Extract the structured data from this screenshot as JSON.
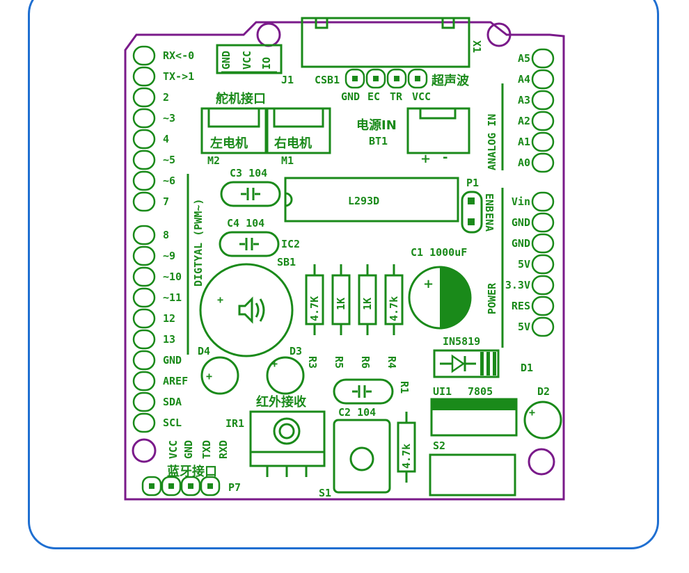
{
  "colors": {
    "frame": "#1f6fd1",
    "board": "#7a1a8a",
    "silk": "#1a8a1a"
  },
  "left_header": {
    "top": [
      "RX<-0",
      "TX->1",
      "2",
      "~3",
      "4",
      "~5",
      "~6",
      "7"
    ],
    "bottom": [
      "8",
      "~9",
      "~10",
      "~11",
      "12",
      "13",
      "GND",
      "AREF",
      "SDA",
      "SCL"
    ],
    "section_label": "DIGTYAL (PWM~)"
  },
  "right_header": {
    "analog": [
      "A5",
      "A4",
      "A3",
      "A2",
      "A1",
      "A0"
    ],
    "analog_label": "ANALOG IN",
    "power": [
      "Vin",
      "GND",
      "GND",
      "5V",
      "3.3V",
      "RES",
      "5V"
    ],
    "power_label": "POWER"
  },
  "servo": {
    "pins": [
      "GND",
      "VCC",
      "IO"
    ],
    "ref": "J1",
    "title": "舵机接口"
  },
  "ultrasonic": {
    "ref": "CSB1",
    "pins": [
      "GND",
      "EC",
      "TR",
      "VCC"
    ],
    "title": "超声波",
    "conn": "X1"
  },
  "motors": {
    "left": "左电机",
    "right": "右电机",
    "left_ref": "M2",
    "right_ref": "M1"
  },
  "power_in": {
    "title": "电源IN",
    "ref": "BT1",
    "plus": "+",
    "minus": "-"
  },
  "caps": {
    "c3": "C3 104",
    "c4": "C4 104",
    "c2": "C2 104",
    "c1": "C1 1000uF"
  },
  "ic": {
    "name": "L293D",
    "ref": "IC2"
  },
  "p1": {
    "ref": "P1",
    "pins": [
      "ENB",
      "ENA"
    ]
  },
  "buzzer": {
    "ref": "SB1"
  },
  "resistors": [
    {
      "value": "4.7K",
      "ref": "R3"
    },
    {
      "value": "1K",
      "ref": "R5"
    },
    {
      "value": "1K",
      "ref": "R6"
    },
    {
      "value": "4.7k",
      "ref": "R4"
    },
    {
      "value": "4.7k",
      "ref": "R1"
    }
  ],
  "leds": {
    "d4": "D4",
    "d3": "D3",
    "d2": "D2"
  },
  "diode": {
    "name": "IN5819",
    "ref": "D1"
  },
  "regulator": {
    "ref": "UI1",
    "name": "7805"
  },
  "ir": {
    "title": "红外接收",
    "ref": "IR1"
  },
  "switch": {
    "ref": "S1"
  },
  "s2": {
    "ref": "S2"
  },
  "bluetooth": {
    "pins": [
      "VCC",
      "GND",
      "TXD",
      "RXD"
    ],
    "title": "蓝牙接口",
    "ref": "P7"
  }
}
